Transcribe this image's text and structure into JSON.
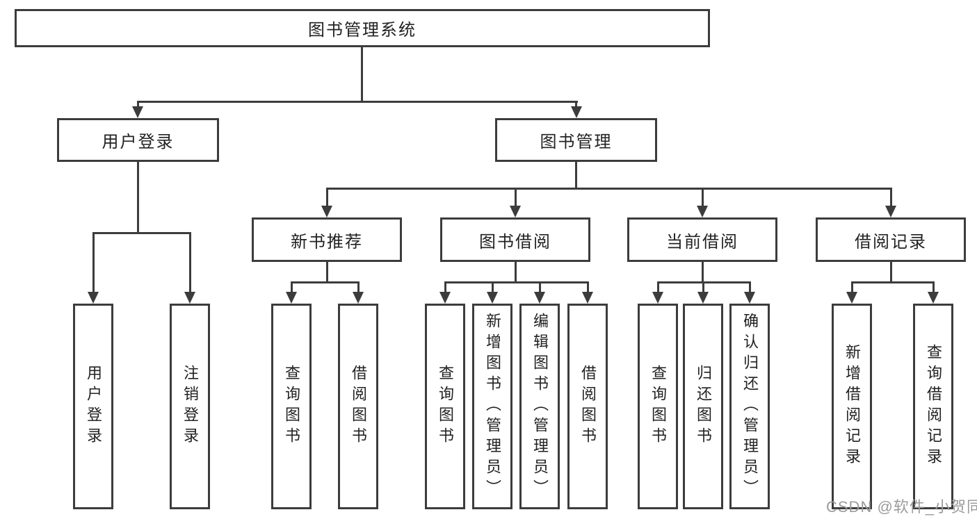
{
  "tree": {
    "label": "图书管理系统",
    "children": [
      {
        "label": "用户登录",
        "children": [
          {
            "label": "用户登录"
          },
          {
            "label": "注销登录"
          }
        ]
      },
      {
        "label": "图书管理",
        "children": [
          {
            "label": "新书推荐",
            "children": [
              {
                "label": "查询图书"
              },
              {
                "label": "借阅图书"
              }
            ]
          },
          {
            "label": "图书借阅",
            "children": [
              {
                "label": "查询图书"
              },
              {
                "label": "新增图书（管理员）"
              },
              {
                "label": "编辑图书（管理员）"
              },
              {
                "label": "借阅图书"
              }
            ]
          },
          {
            "label": "当前借阅",
            "children": [
              {
                "label": "查询图书"
              },
              {
                "label": "归还图书"
              },
              {
                "label": "确认归还（管理员）"
              }
            ]
          },
          {
            "label": "借阅记录",
            "children": [
              {
                "label": "新增借阅记录"
              },
              {
                "label": "查询借阅记录"
              }
            ]
          }
        ]
      }
    ]
  },
  "watermark": {
    "text": "CSDN @软件_小贺同学"
  },
  "colors": {
    "line": "#3c3c3c",
    "box_border": "#3c3c3c",
    "box_fill": "#ffffff",
    "text": "#222222",
    "watermark": "#9b9b9b",
    "background": "#ffffff"
  }
}
